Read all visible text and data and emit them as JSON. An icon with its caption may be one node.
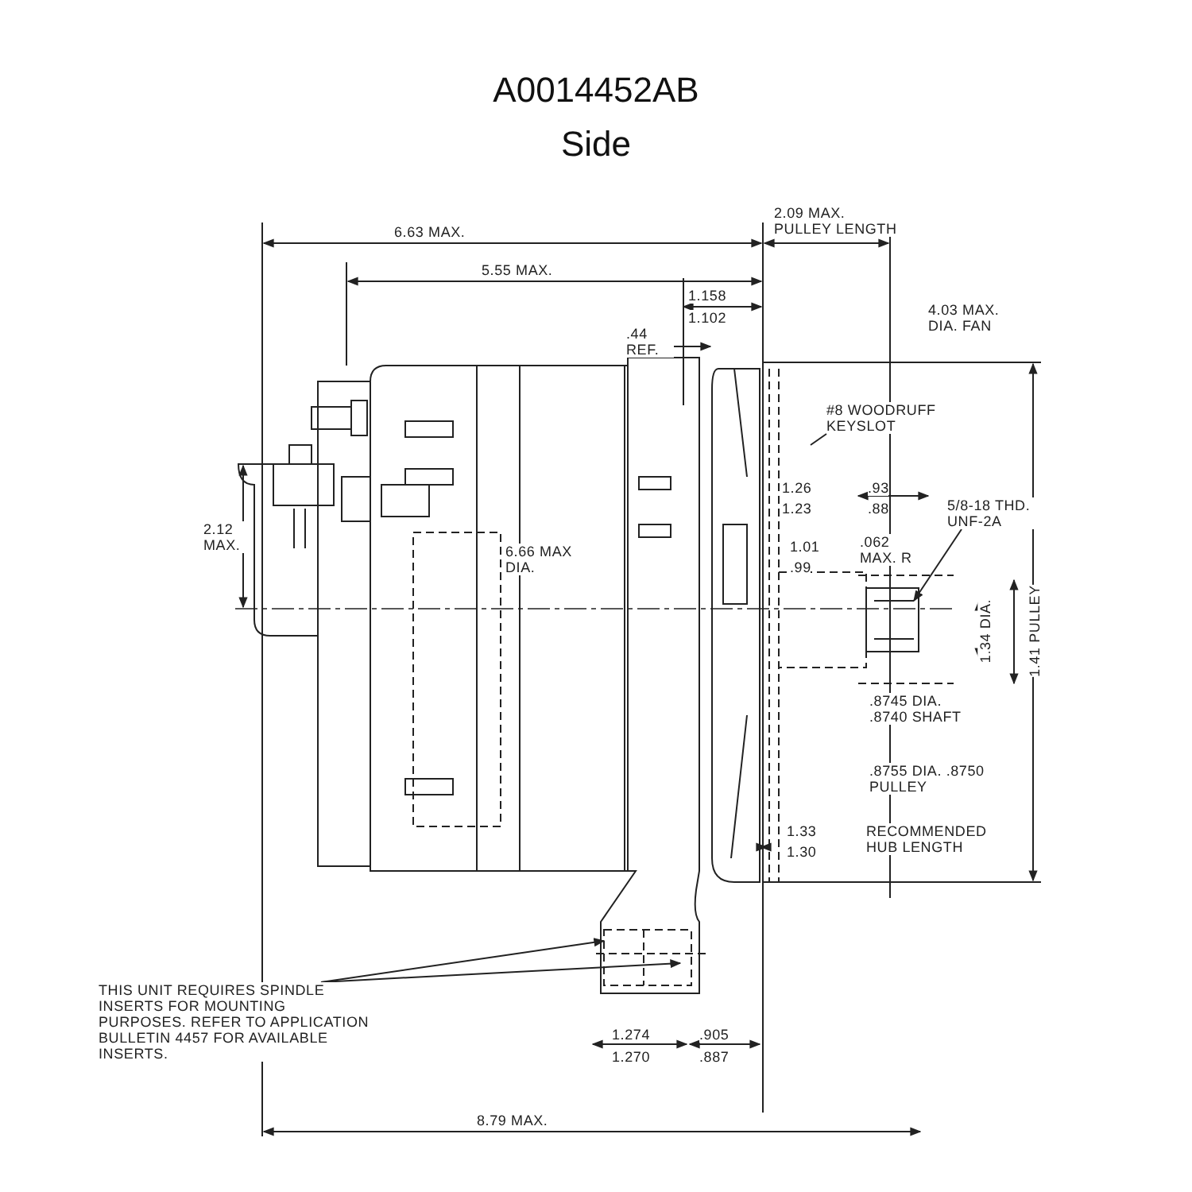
{
  "diagram": {
    "title": "A0014452AB",
    "caption": "Side",
    "nodes": [
      {
        "text": [
          "THIS UNIT REQUIRES SPINDLE INSERTS FOR MOUNTING PURPOSES. REFER TO APPLICATION BULLETIN 4457 FOR AVAILABLE INSERTS."
        ]
      },
      {
        "text": [
          "#8 WOODRUFF KEYSLOT"
        ]
      },
      {
        "text": [
          "5/8-18 THD. UNF-2A"
        ]
      }
    ],
    "edges": [
      {
        "from": 0,
        "to": null,
        "arrow": "to"
      },
      {
        "from": 0,
        "to": null,
        "arrow": "to"
      },
      {
        "from": 1,
        "to": null,
        "arrow": "none"
      },
      {
        "from": 2,
        "to": null,
        "arrow": "to"
      }
    ],
    "labels": [
      "6.63 MAX.",
      "2.09 MAX. PULLEY LENGTH",
      "5.55 MAX.",
      "1.158",
      "1.102",
      "4.03 MAX. DIA. FAN",
      ".44 REF.",
      "2.12 MAX.",
      "6.66 MAX DIA.",
      "1.26",
      "1.23",
      ".93",
      ".88",
      "1.01",
      ".99",
      ".062 MAX. R",
      "1.34 DIA.",
      "1.41 PULLEY",
      ".8745 DIA. .8740 SHAFT",
      ".8755 DIA. .8750 PULLEY",
      "1.33",
      "1.30",
      "RECOMMENDED HUB LENGTH",
      "1.274",
      "1.270",
      ".905",
      ".887",
      "8.79 MAX."
    ]
  }
}
